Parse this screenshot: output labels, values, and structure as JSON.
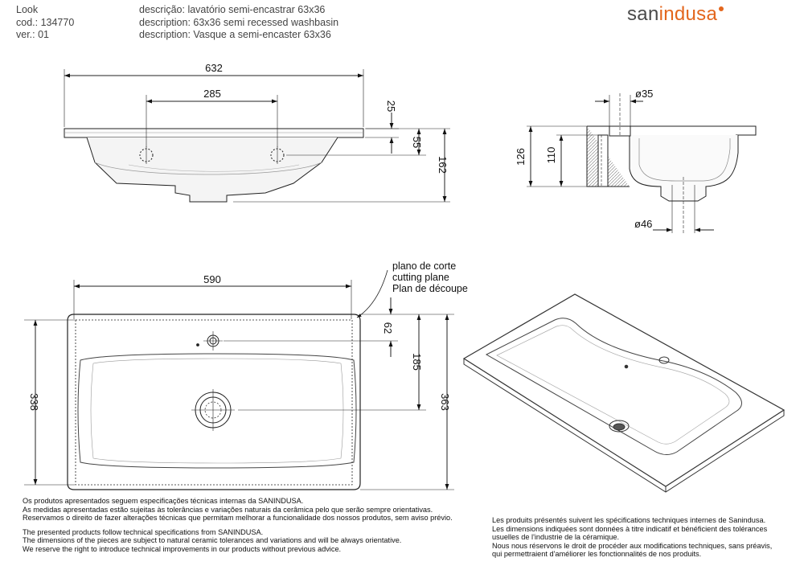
{
  "header": {
    "name": "Look",
    "code": "cod.: 134770",
    "version": "ver.: 01",
    "desc_pt": "descrição: lavatório semi-encastrar 63x36",
    "desc_en": "description: 63x36 semi recessed washbasin",
    "desc_fr": "description: Vasque a semi-encaster 63x36"
  },
  "brand": {
    "part1": "san",
    "part2": "indusa"
  },
  "dimensions": {
    "overall_width": "632",
    "tap_spacing": "285",
    "rim_thickness": "25",
    "tap_height": "55",
    "total_height": "162",
    "outlet_diameter": "ø35",
    "section_height": "126",
    "bowl_depth": "110",
    "drain_diameter": "ø46",
    "cut_width": "590",
    "cut_depth": "338",
    "tap_offset": "62",
    "drain_offset": "185",
    "overall_depth": "363"
  },
  "cutting_plane": {
    "pt": "plano de corte",
    "en": "cutting plane",
    "fr": "Plan de découpe"
  },
  "notes": {
    "pt": [
      "Os produtos apresentados seguem especificações técnicas internas da SANINDUSA.",
      "As medidas apresentadas estão sujeitas às tolerâncias e variações naturais da cerâmica pelo que serão sempre orientativas.",
      "Reservamos o direito de fazer alterações técnicas que permitam melhorar a funcionalidade dos nossos produtos, sem aviso prévio."
    ],
    "en": [
      "The presented products follow technical specifications from SANINDUSA.",
      "The dimensions of the pieces are subject to natural ceramic tolerances and variations and will be always orientative.",
      "We reserve the right to introduce technical improvements in our products without previous advice."
    ],
    "fr": [
      "Les produits présentés suivent les spécifications techniques internes de Sanindusa.",
      "Les dimensions indiquées sont données à titre indicatif et bénéficient des tolérances",
      "usuelles de l'industrie de la céramique.",
      "Nous nous réservons le droit de procéder aux modifications techniques, sans préavis,",
      "qui permettraient d'améliorer les fonctionnalités de nos produits."
    ]
  }
}
